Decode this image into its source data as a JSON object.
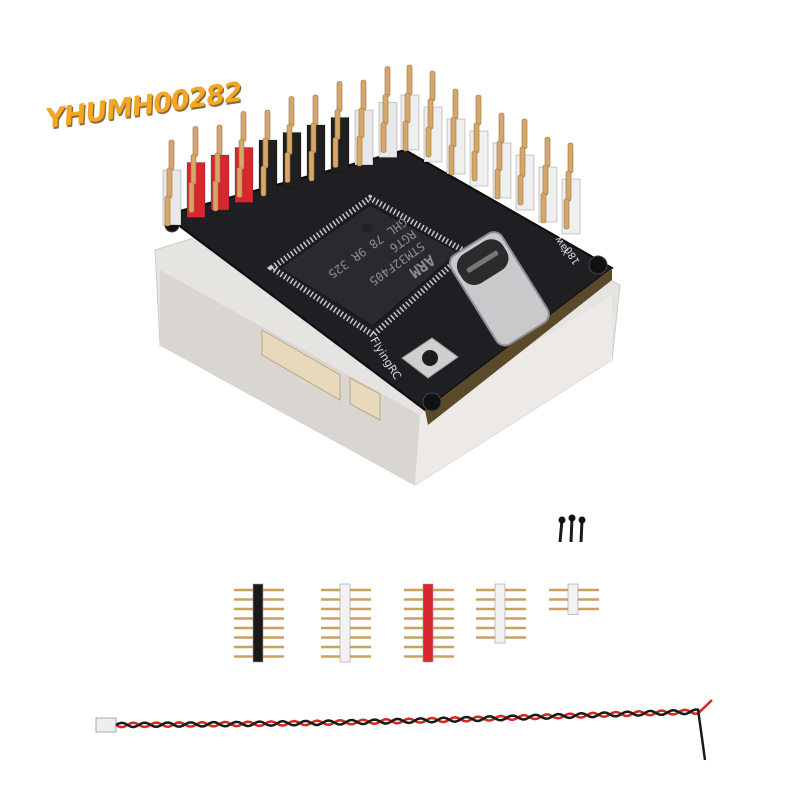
{
  "watermark": "YHUMH00282",
  "board": {
    "chip_lines": [
      "ARM",
      "STM32F405",
      "RGT6",
      "GHL 78 9R 325"
    ],
    "brand": "FlyingRC",
    "label_yaw": "Yaw",
    "label_180": "180"
  },
  "accessories": {
    "headers": [
      {
        "color": "#1a1a1a",
        "pins": 8
      },
      {
        "color": "#f2f2f2",
        "pins": 8
      },
      {
        "color": "#d9262f",
        "pins": 8
      },
      {
        "color": "#f2f2f2",
        "pins": 6
      },
      {
        "color": "#f2f2f2",
        "pins": 3
      }
    ],
    "screws": 3,
    "cable_colors": [
      "#d42a1e",
      "#1a1a1a"
    ]
  }
}
